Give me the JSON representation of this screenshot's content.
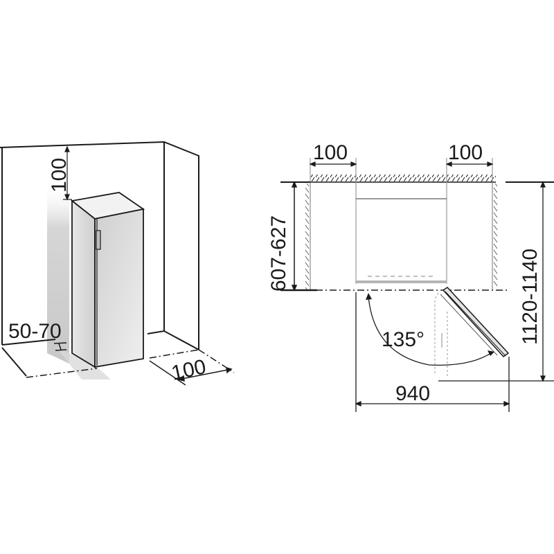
{
  "diagram": {
    "type": "installation-dimensions",
    "units": "mm",
    "colors": {
      "line": "#1a1a1a",
      "gray_line": "#9a9a9a",
      "appliance_fill": "#dcdcdc",
      "shadow": "#cfcfcf",
      "background": "#ffffff"
    },
    "perspective_view": {
      "labels": {
        "top_clearance": "100",
        "side_gap": "50-70",
        "side_clearance": "100"
      }
    },
    "plan_view": {
      "labels": {
        "left_clearance": "100",
        "right_clearance": "100",
        "depth": "607-627",
        "total_depth_door_open": "1120-1140",
        "door_angle": "135°",
        "total_width_door_open": "940"
      }
    }
  }
}
